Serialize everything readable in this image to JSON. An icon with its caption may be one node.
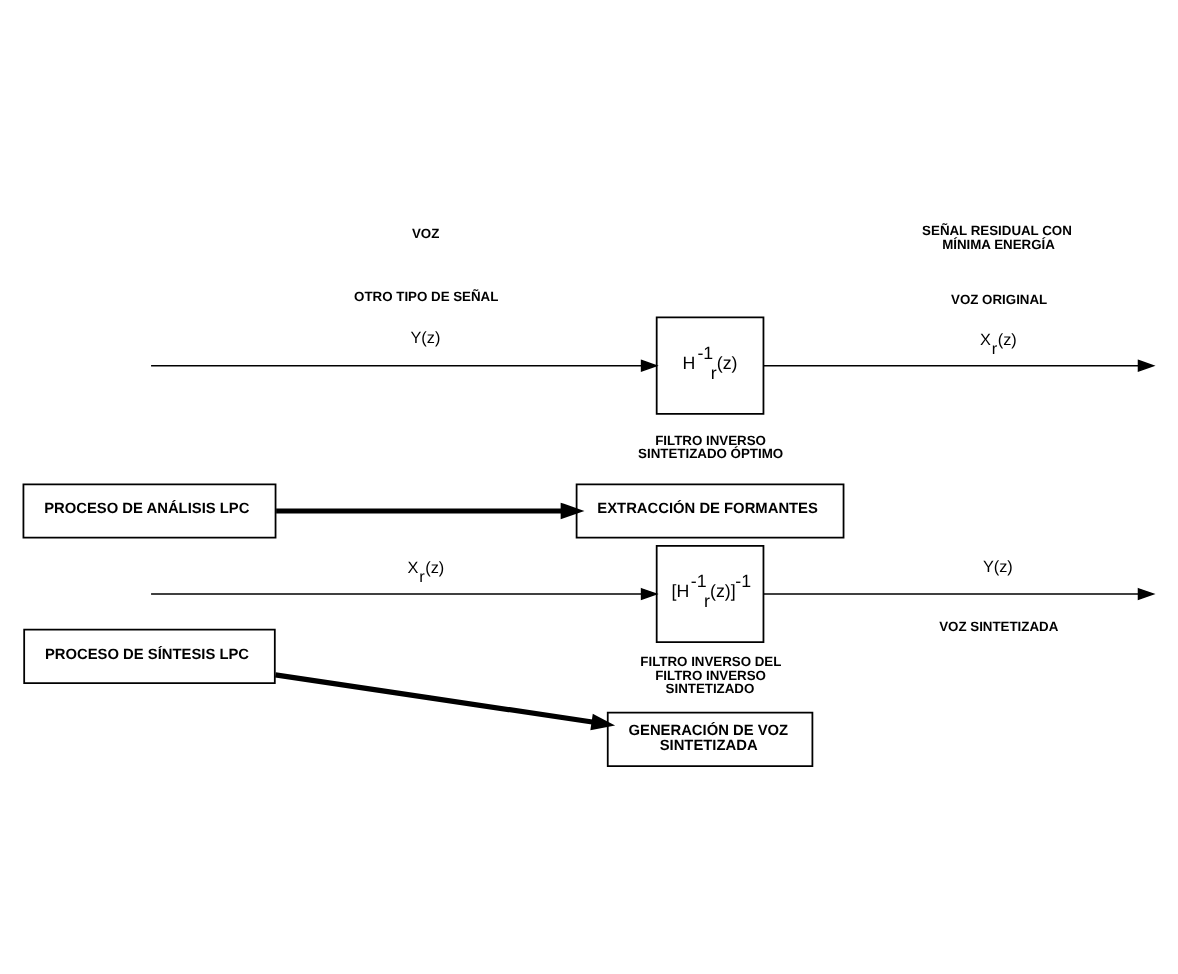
{
  "diagram": {
    "nodes": [
      {
        "text": [
          "H$^{-1}$$_{r}$(z)"
        ],
        "beside": [
          "FILTRO INVERSO SINTETIZADO ÓPTIMO"
        ]
      },
      {
        "text": [
          "PROCESO DE ANÁLISIS LPC"
        ]
      },
      {
        "text": [
          "EXTRACCIÓN DE FORMANTES"
        ]
      },
      {
        "text": [
          "[H$^{-1}$$_{r}$(z)]$^{-1}$"
        ],
        "beside": [
          "FILTRO INVERSO DEL FILTRO INVERSO SINTETIZADO"
        ]
      },
      {
        "text": [
          "PROCESO DE SÍNTESIS LPC"
        ]
      },
      {
        "text": [
          "GENERACIÓN DE VOZ SINTETIZADA"
        ]
      }
    ],
    "edges": [
      {
        "from": null,
        "to": 0,
        "arrow": "to",
        "label": "Y(z)"
      },
      {
        "from": 0,
        "to": null,
        "arrow": "to",
        "label": "X$_{r}$(z)"
      },
      {
        "from": 1,
        "to": 2,
        "arrow": "to",
        "style": "thick"
      },
      {
        "from": null,
        "to": 3,
        "arrow": "to",
        "label": "X$_{r}$(z)"
      },
      {
        "from": 3,
        "to": null,
        "arrow": "to",
        "label": "Y(z)"
      },
      {
        "from": 4,
        "to": 5,
        "arrow": "to",
        "style": "thick"
      }
    ],
    "labels": [
      "VOZ",
      "SEÑAL RESIDUAL CON MÍNIMA ENERGÍA",
      "VOZ ORIGINAL",
      "OTRO TIPO DE SEÑAL",
      "VOZ SINTETIZADA"
    ]
  }
}
